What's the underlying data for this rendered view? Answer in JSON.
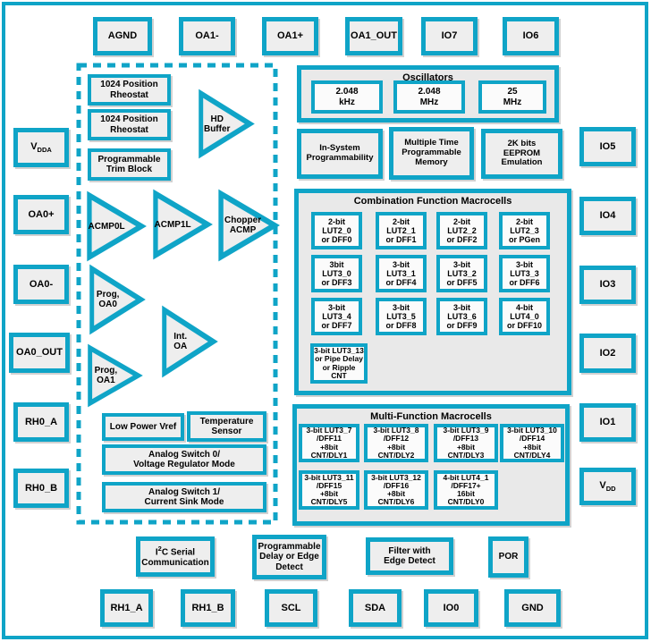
{
  "colors": {
    "teal": "#0FA4C7",
    "fill": "#EEEEEE",
    "panel": "#E9E9E9",
    "cellfill": "#FBFBFB"
  },
  "pins": {
    "top": [
      "AGND",
      "OA1-",
      "OA1+",
      "OA1_OUT",
      "IO7",
      "IO6"
    ],
    "left": {
      "vdda": {
        "base": "V",
        "sub": "DDA"
      },
      "others": [
        "OA0+",
        "OA0-",
        "OA0_OUT",
        "RH0_A",
        "RH0_B"
      ]
    },
    "right": {
      "ios": [
        "IO5",
        "IO4",
        "IO3",
        "IO2",
        "IO1"
      ],
      "vdd": {
        "base": "V",
        "sub": "DD"
      }
    },
    "bottom": [
      "RH1_A",
      "RH1_B",
      "SCL",
      "SDA",
      "IO0",
      "GND"
    ]
  },
  "analog": {
    "rheostat1": "1024 Position\nRheostat",
    "rheostat2": "1024 Position\nRheostat",
    "trim": "Programmable\nTrim Block",
    "hd_buffer": "HD\nBuffer",
    "acmp0l": "ACMP0L",
    "acmp1l": "ACMP1L",
    "chopper": "Chopper\nACMP",
    "prog_oa0": "Prog,\nOA0",
    "int_oa": "Int.\nOA",
    "prog_oa1": "Prog,\nOA1",
    "low_power_vref": "Low Power Vref",
    "temp_sensor": "Temperature\nSensor",
    "analog_switch0": "Analog Switch 0/\nVoltage Regulator Mode",
    "analog_switch1": "Analog Switch 1/\nCurrent Sink Mode"
  },
  "oscillators": {
    "title": "Oscillators",
    "items": [
      "2.048\nkHz",
      "2.048\nMHz",
      "25\nMHz"
    ]
  },
  "memory": {
    "isp": "In-System\nProgrammability",
    "mtp": "Multiple Time\nProgrammable\nMemory",
    "eeprom": "2K bits\nEEPROM\nEmulation"
  },
  "combination": {
    "title": "Combination Function Macrocells",
    "cells": [
      "2-bit\nLUT2_0\nor DFF0",
      "2-bit\nLUT2_1\nor DFF1",
      "2-bit\nLUT2_2\nor DFF2",
      "2-bit\nLUT2_3\nor PGen",
      "3bit\nLUT3_0\nor DFF3",
      "3-bit\nLUT3_1\nor DFF4",
      "3-bit\nLUT3_2\nor DFF5",
      "3-bit\nLUT3_3\nor DFF6",
      "3-bit\nLUT3_4\nor DFF7",
      "3-bit\nLUT3_5\nor DFF8",
      "3-bit\nLUT3_6\nor DFF9",
      "4-bit\nLUT4_0\nor DFF10",
      "3-bit LUT3_13\nor Pipe Delay\nor Ripple CNT"
    ]
  },
  "multifunction": {
    "title": "Multi-Function Macrocells",
    "cells": [
      "3-bit LUT3_7\n/DFF11\n+8bit\nCNT/DLY1",
      "3-bit LUT3_8\n/DFF12\n+8bit\nCNT/DLY2",
      "3-bit LUT3_9\n/DFF13\n+8bit\nCNT/DLY3",
      "3-bit LUT3_10\n/DFF14\n+8bit\nCNT/DLY4",
      "3-bit LUT3_11\n/DFF15\n+8bit\nCNT/DLY5",
      "3-bit LUT3_12\n/DFF16\n+8bit\nCNT/DLY6",
      "4-bit LUT4_1\n/DFF17+\n16bit\nCNT/DLY0"
    ]
  },
  "functions": {
    "i2c": {
      "pre": "I",
      "sup": "2",
      "post": "C Serial",
      "line2": "Communication"
    },
    "prog_delay": "Programmable\nDelay or Edge\nDetect",
    "filter": "Filter with\nEdge Detect",
    "por": "POR"
  }
}
